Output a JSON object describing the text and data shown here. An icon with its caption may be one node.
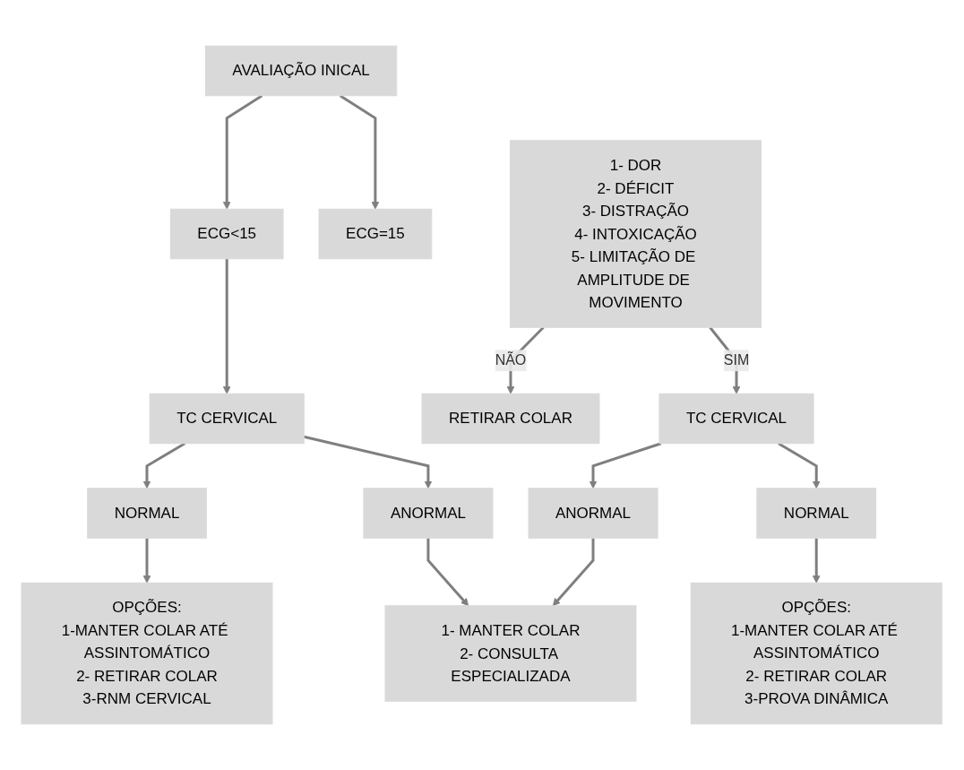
{
  "diagram": {
    "nodes": [
      {
        "text": [
          "AVALIAÇÃO INICAL"
        ]
      },
      {
        "text": [
          "ECG<15"
        ]
      },
      {
        "text": [
          "ECG=15"
        ]
      },
      {
        "text": [
          "1- DOR",
          "2- DÉFICIT",
          "3- DISTRAÇÃO",
          "4- INTOXICAÇÃO",
          "5- LIMITAÇÃO DE AMPLITUDE DE MOVIMENTO"
        ]
      },
      {
        "text": [
          "RETIRAR COLAR"
        ]
      },
      {
        "text": [
          "TC CERVICAL"
        ]
      },
      {
        "text": [
          "TC CERVICAL"
        ]
      },
      {
        "text": [
          "NORMAL"
        ]
      },
      {
        "text": [
          "ANORMAL"
        ]
      },
      {
        "text": [
          "ANORMAL"
        ]
      },
      {
        "text": [
          "NORMAL"
        ]
      },
      {
        "text": [
          "OPÇÕES:",
          "1-MANTER COLAR ATÉ ASSINTOMÁTICO",
          "2- RETIRAR COLAR",
          "3-RNM CERVICAL"
        ]
      },
      {
        "text": [
          "1- MANTER COLAR",
          "2- CONSULTA ESPECIALIZADA"
        ]
      },
      {
        "text": [
          "OPÇÕES:",
          "1-MANTER COLAR ATÉ ASSINTOMÁTICO",
          "2- RETIRAR COLAR",
          "3-PROVA DINÂMICA"
        ]
      }
    ],
    "edges": [
      {
        "from": 0,
        "to": 1,
        "arrow": "to"
      },
      {
        "from": 0,
        "to": 2,
        "arrow": "to"
      },
      {
        "from": 1,
        "to": 5,
        "arrow": "to"
      },
      {
        "from": 3,
        "to": 4,
        "arrow": "to",
        "label": "NÃO"
      },
      {
        "from": 3,
        "to": 6,
        "arrow": "to",
        "label": "SIM"
      },
      {
        "from": 5,
        "to": 7,
        "arrow": "to"
      },
      {
        "from": 5,
        "to": 8,
        "arrow": "to"
      },
      {
        "from": 6,
        "to": 9,
        "arrow": "to"
      },
      {
        "from": 6,
        "to": 10,
        "arrow": "to"
      },
      {
        "from": 7,
        "to": 11,
        "arrow": "to"
      },
      {
        "from": 8,
        "to": 12,
        "arrow": "to"
      },
      {
        "from": 9,
        "to": 12,
        "arrow": "to"
      },
      {
        "from": 10,
        "to": 13,
        "arrow": "to"
      }
    ]
  }
}
